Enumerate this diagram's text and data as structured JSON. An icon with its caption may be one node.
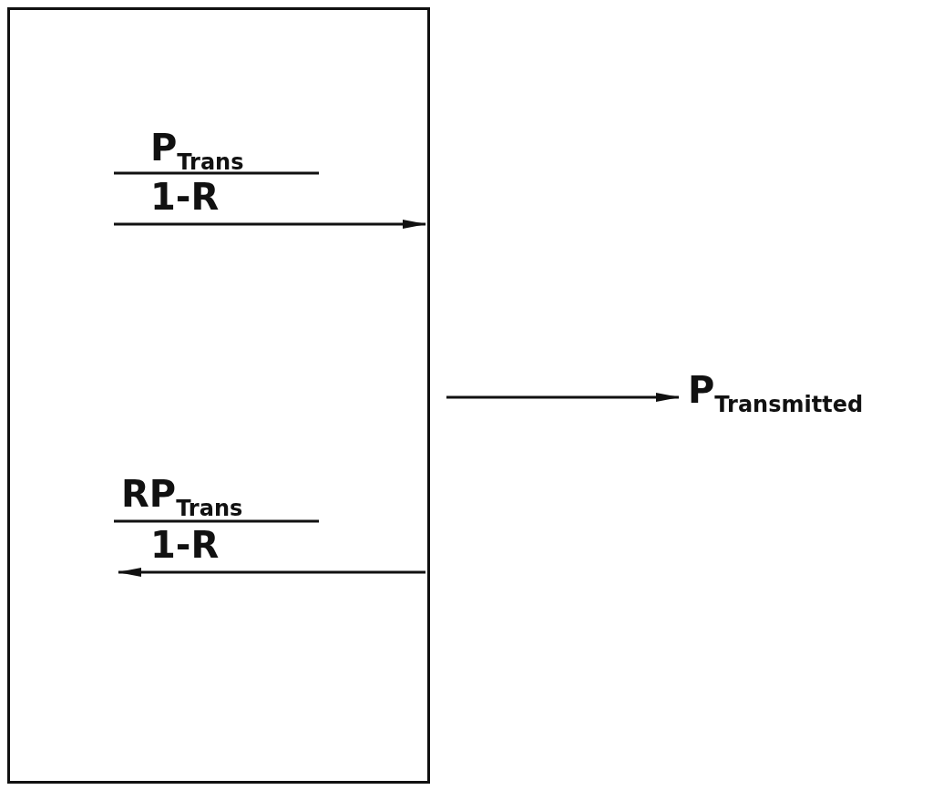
{
  "diagram": {
    "nodes": [
      {
        "text": [],
        "shape": "box"
      },
      {
        "text": [
          "P$_{Transmitted}$"
        ]
      }
    ],
    "edges": [
      {
        "from": 0,
        "to": 1,
        "arrow": "to"
      }
    ],
    "labels": [
      "P$_{Trans}$",
      "1-R",
      "RP$_{Trans}$",
      "1-R"
    ]
  }
}
